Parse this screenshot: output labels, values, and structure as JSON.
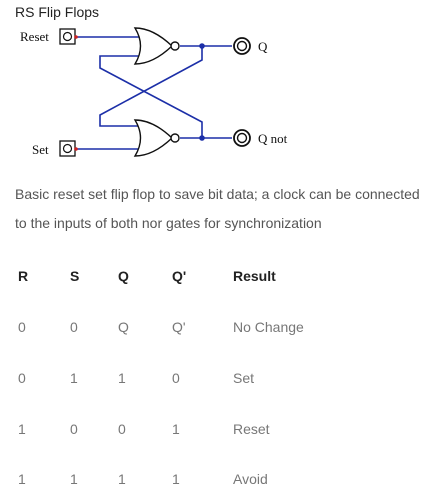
{
  "title": "RS Flip Flops",
  "circuit": {
    "reset_label": "Reset",
    "set_label": "Set",
    "q_label": "Q",
    "qnot_label": "Q not",
    "wire_color": "#1c2fa8",
    "input_port_color": "#cc2222"
  },
  "description": "Basic reset set flip flop to save bit data; a clock can be connected to the inputs of both nor gates for synchronization",
  "truth_table": {
    "headers": [
      "R",
      "S",
      "Q",
      "Q'",
      "Result"
    ],
    "rows": [
      [
        "0",
        "0",
        "Q",
        "Q'",
        "No Change"
      ],
      [
        "0",
        "1",
        "1",
        "0",
        "Set"
      ],
      [
        "1",
        "0",
        "0",
        "1",
        "Reset"
      ],
      [
        "1",
        "1",
        "1",
        "1",
        "Avoid"
      ]
    ]
  }
}
